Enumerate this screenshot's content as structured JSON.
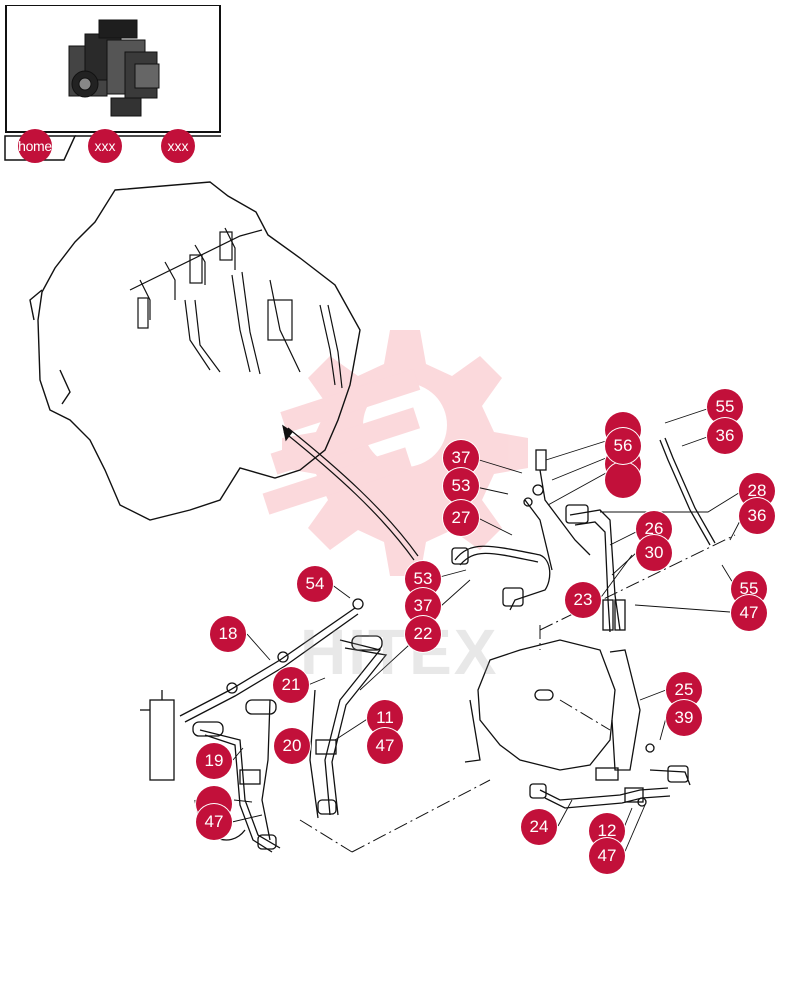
{
  "nav": {
    "home_label": "home",
    "crumb_1_label": "xxx",
    "crumb_2_label": "xxx"
  },
  "watermark": {
    "text": "HITEX",
    "color": "#e8182c"
  },
  "callout_color": "#c2103a",
  "callouts": [
    "55",
    "36",
    "56",
    "37",
    "53",
    "27",
    "28",
    "36",
    "26",
    "30",
    "23",
    "55",
    "47",
    "53",
    "37",
    "54",
    "22",
    "18",
    "21",
    "11",
    "47",
    "20",
    "19",
    "47",
    "25",
    "39",
    "24",
    "12",
    "47"
  ]
}
